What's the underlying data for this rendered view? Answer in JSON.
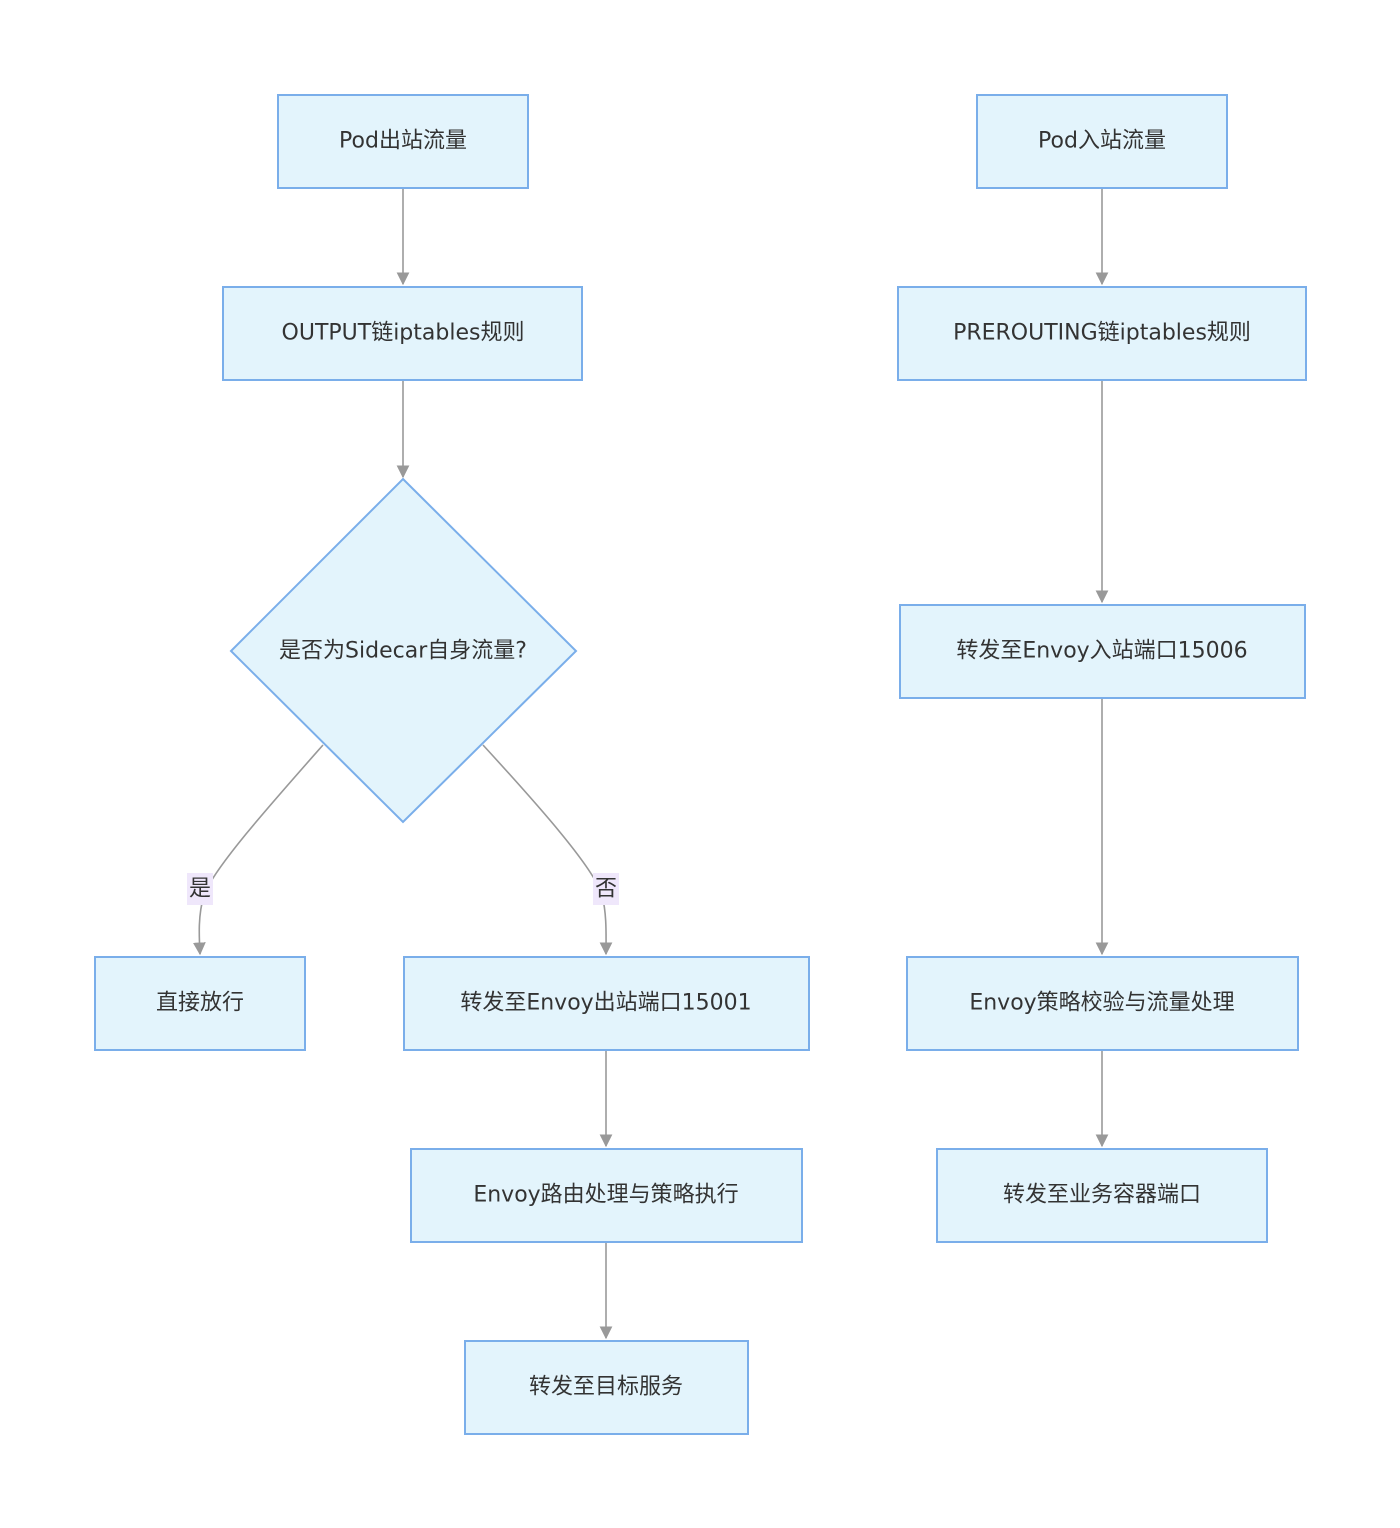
{
  "nodes": {
    "out_start": "Pod出站流量",
    "out_rule": "OUTPUT链iptables规则",
    "out_decision": "是否为Sidecar自身流量?",
    "out_direct": "直接放行",
    "out_envoy_port": "转发至Envoy出站端口15001",
    "out_envoy_route": "Envoy路由处理与策略执行",
    "out_target": "转发至目标服务",
    "in_start": "Pod入站流量",
    "in_rule": "PREROUTING链iptables规则",
    "in_envoy_port": "转发至Envoy入站端口15006",
    "in_policy": "Envoy策略校验与流量处理",
    "in_container": "转发至业务容器端口"
  },
  "edge_labels": {
    "yes": "是",
    "no": "否"
  },
  "colors": {
    "node_fill": "#e3f4fc",
    "node_stroke": "#7aaeea",
    "edge": "#999999",
    "label_bg": "#efe7fb"
  }
}
